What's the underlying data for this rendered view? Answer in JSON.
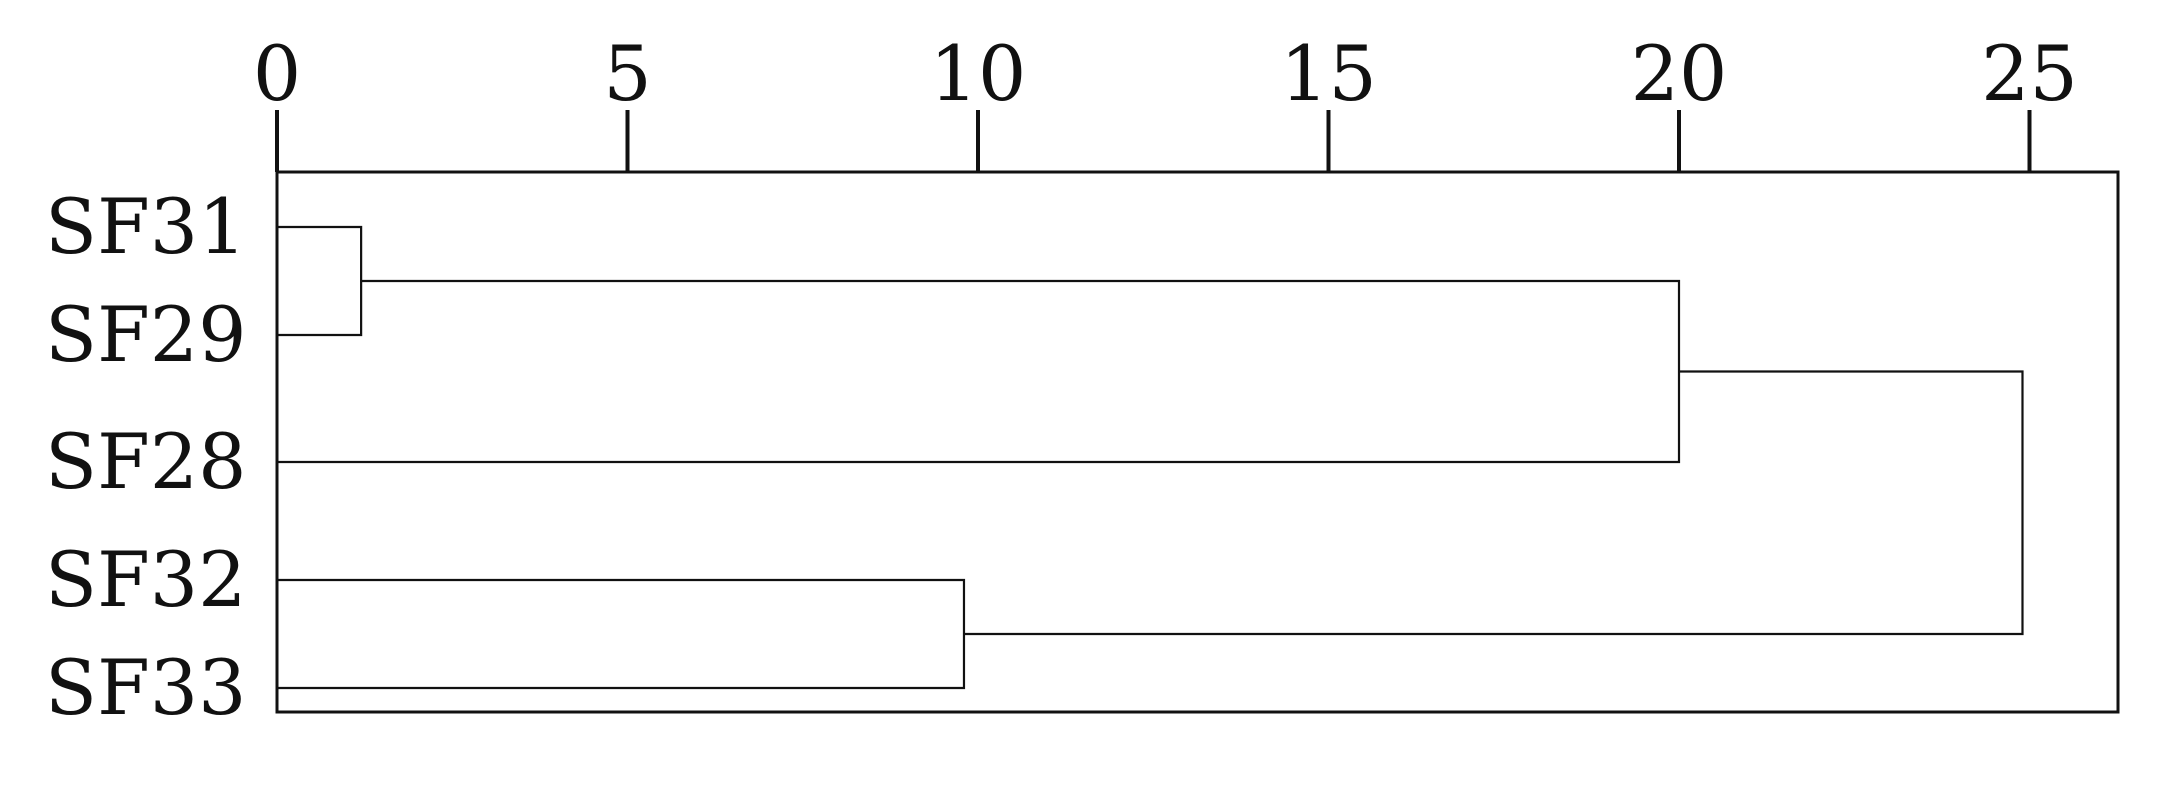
{
  "chart_data": {
    "type": "dendrogram",
    "orientation": "horizontal",
    "x_axis": {
      "position": "top",
      "ticks": [
        0,
        5,
        10,
        15,
        20,
        25
      ],
      "tick_labels": [
        "0",
        "5",
        "10",
        "15",
        "20",
        "25"
      ],
      "range": [
        0,
        26.3
      ]
    },
    "leaves": [
      "SF31",
      "SF29",
      "SF28",
      "SF32",
      "SF33"
    ],
    "merges": [
      {
        "id": "m1",
        "left": "SF31",
        "right": "SF29",
        "height": 1.2
      },
      {
        "id": "m2",
        "left": "SF32",
        "right": "SF33",
        "height": 9.8
      },
      {
        "id": "m3",
        "left": "m1",
        "right": "SF28",
        "height": 20.0
      },
      {
        "id": "m4",
        "left": "m3",
        "right": "m2",
        "height": 24.9
      }
    ],
    "colors": {
      "ink": "#111111",
      "background": "#ffffff"
    },
    "grid": false,
    "legend": "none"
  }
}
